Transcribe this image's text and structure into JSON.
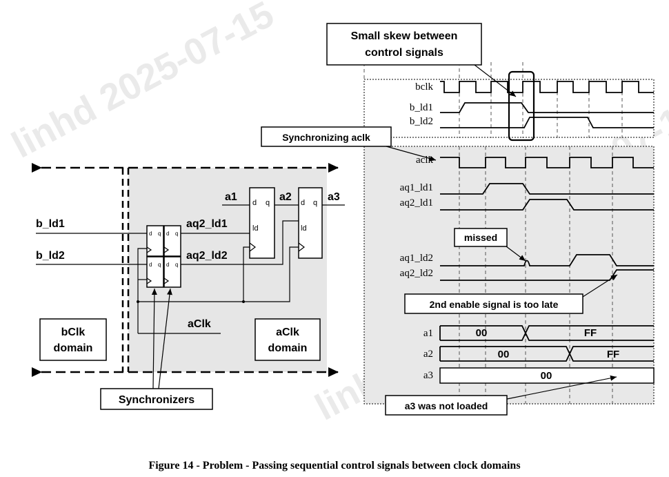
{
  "figure": {
    "caption": "Figure 14 - Problem - Passing sequential control signals between clock domains",
    "watermark": "linhd 2025-07-15"
  },
  "schematic": {
    "input1": "b_ld1",
    "input2": "b_ld2",
    "sync_out1": "aq2_ld1",
    "sync_out2": "aq2_ld2",
    "reg_out1": "a1",
    "reg_out2": "a2",
    "reg_out3": "a3",
    "clock": "aClk",
    "ff_d": "d",
    "ff_q": "q",
    "ff_ld": "ld",
    "domain_b": [
      "bClk",
      "domain"
    ],
    "domain_a": [
      "aClk",
      "domain"
    ],
    "synchronizers": "Synchronizers"
  },
  "timing": {
    "callout_skew": [
      "Small skew between",
      "control signals"
    ],
    "callout_sync": "Synchronizing aclk",
    "callout_missed": "missed",
    "callout_late": "2nd enable signal is too late",
    "callout_not_loaded": "a3 was not loaded",
    "signals": {
      "bclk": "bclk",
      "b_ld1": "b_ld1",
      "b_ld2": "b_ld2",
      "aclk": "aclk",
      "aq1_ld1": "aq1_ld1",
      "aq2_ld1": "aq2_ld1",
      "aq1_ld2": "aq1_ld2",
      "aq2_ld2": "aq2_ld2",
      "a1": "a1",
      "a2": "a2",
      "a3": "a3"
    },
    "bus_values": {
      "a1_before": "00",
      "a1_after": "FF",
      "a2_before": "00",
      "a2_after": "FF",
      "a3_value": "00"
    }
  }
}
